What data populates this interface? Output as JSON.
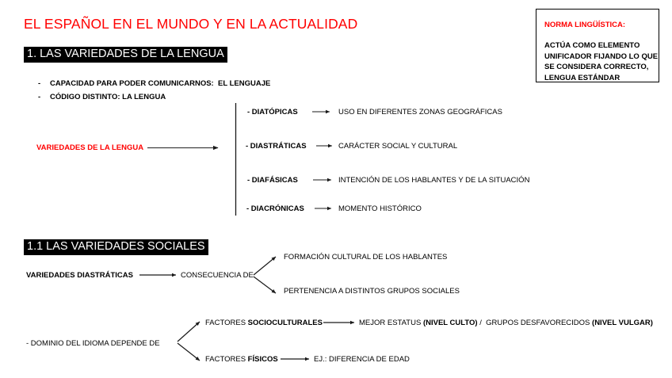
{
  "colors": {
    "accent_red": "#ff0000",
    "text_black": "#000000",
    "band_background": "#000000",
    "band_text": "#ffffff",
    "page_background": "#ffffff"
  },
  "document": {
    "title": "EL ESPAÑOL EN EL MUNDO Y EN LA ACTUALIDAD"
  },
  "callout": {
    "title": "NORMA LINGÜÍSTICA:",
    "lines": [
      "ACTÚA COMO ELEMENTO",
      "UNIFICADOR FIJANDO LO QUE",
      "SE CONSIDERA CORRECTO,"
    ],
    "emphasis": "LENGUA ESTÁNDAR"
  },
  "section1": {
    "heading": "1. LAS VARIEDADES DE LA LENGUA",
    "bullets": [
      {
        "marker": "-",
        "text": "CAPACIDAD PARA PODER COMUNICARNOS:",
        "emphasis": "EL LENGUAJE"
      },
      {
        "marker": "-",
        "text": "CÓDIGO DISTINTO:",
        "emphasis": "LA LENGUA"
      }
    ],
    "source_label": "VARIEDADES DE LA LENGUA",
    "varieties": [
      {
        "label": "- DIATÓPICAS",
        "definition": "USO EN DIFERENTES ZONAS GEOGRÁFICAS"
      },
      {
        "label": "- DIASTRÁTICAS",
        "definition": "CARÁCTER SOCIAL Y CULTURAL"
      },
      {
        "label": "- DIAFÁSICAS",
        "definition": "INTENCIÓN DE LOS HABLANTES Y DE LA SITUACIÓN"
      },
      {
        "label": "- DIACRÓNICAS",
        "definition": "MOMENTO HISTÓRICO"
      }
    ]
  },
  "section11": {
    "heading": "1.1 LAS VARIEDADES SOCIALES",
    "diastraticas": {
      "source": "VARIEDADES DIASTRÁTICAS",
      "middle": "CONSECUENCIA DE",
      "branches": [
        "FORMACIÓN CULTURAL DE LOS HABLANTES",
        "PERTENENCIA A DISTINTOS GRUPOS SOCIALES"
      ]
    },
    "dominio": {
      "source": "- DOMINIO DEL IDIOMA DEPENDE DE",
      "branch_top": {
        "prefix": "FACTORES ",
        "emphasis": "SOCIOCULTURALES"
      },
      "branch_bottom": {
        "prefix": "FACTORES ",
        "emphasis": "FÍSICOS"
      },
      "result_top": {
        "part1": "MEJOR ESTATUS ",
        "part1_emphasis": "(NIVEL CULTO)",
        "separator": " / ",
        "part2": "GRUPOS DESFAVORECIDOS ",
        "part2_emphasis": "(NIVEL VULGAR)"
      },
      "result_bottom": {
        "prefix": "EJ.:",
        "text": "DIFERENCIA DE EDAD"
      }
    }
  }
}
